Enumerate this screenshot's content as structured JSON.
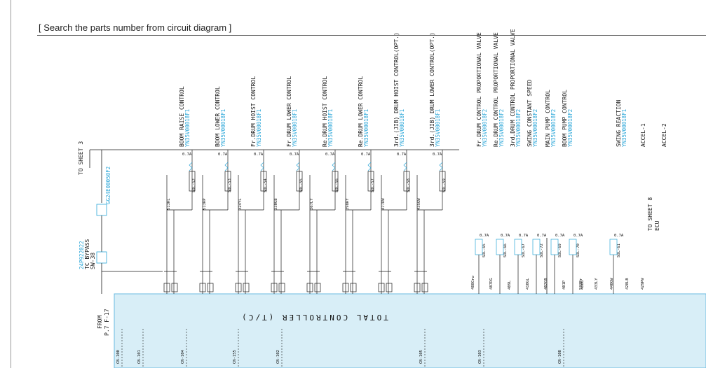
{
  "header": {
    "title": "[ Search the parts number from circuit diagram ]"
  },
  "to_sheet_3": "TO SHEET 3",
  "to_sheet_8": "TO SHEET 8",
  "ecu_label": "ECU",
  "from_label": "FROM",
  "from_ref": "P.7 F-17",
  "controller_label": "TOTAL CONTROLLER (T/C)",
  "connector_labels": [
    "CN-100",
    "CN-101",
    "CN-104",
    "CN-155",
    "CN-102",
    "CN-105",
    "CN-103",
    "CN-108"
  ],
  "left_part_codes": [
    "GG24E00050F2",
    "24P922022"
  ],
  "tc_bypass": "TC BYPASS",
  "tc_bypass_sw": "SW-38",
  "controls": [
    {
      "title": "BOOM RAISE CONTROL",
      "code": "YN35V00018F1",
      "sol": "SOL-52",
      "wire": "513RL"
    },
    {
      "title": "BOOM LOWER CONTROL",
      "code": "YN35V00018F1",
      "sol": "SOL-53",
      "wire": "513RP"
    },
    {
      "title": "Fr.DRUM HOIST CONTROL",
      "code": "YN35V00018F1",
      "sol": "SOL-54",
      "wire": "324YL"
    },
    {
      "title": "Fr.DRUM LOWER CONTROL",
      "code": "YN35V00018F1",
      "sol": "SOL-55",
      "wire": "330GB"
    },
    {
      "title": "Re.DRUM HOIST CONTROL",
      "code": "YN35V00018F1",
      "sol": "SOL-56",
      "wire": "367LY"
    },
    {
      "title": "Re.DRUM LOWER CONTROL",
      "code": "YN35V00018F1",
      "sol": "SOL-57",
      "wire": "398RY"
    },
    {
      "title": "3rd.(JIB) DRUM HOIST CONTROL(OPT.)",
      "code": "YN35V00018F1",
      "sol": "SOL-58",
      "wire": "477RW"
    },
    {
      "title": "3rd.(JIB) DRUM LOWER CONTROL(OPT.)",
      "code": "YN35V00018F1",
      "sol": "SOL-59",
      "wire": "435GW"
    }
  ],
  "right_group": [
    {
      "title": "Fr.DRUM CONTROL PROPORTIONAL VALVE",
      "code": "YN35V00018F2"
    },
    {
      "title": "Re.DRUM CONTROL PROPORTIONAL VALVE",
      "code": "YN35V00018F2"
    },
    {
      "title": "3rd.DRUM CONTROL PROPORTIONAL VALVE",
      "code": "YN35V00018F2"
    },
    {
      "title": "SWING CONSTANT SPEED",
      "code": "YN35V00018F2"
    },
    {
      "title": "MAIN PUMP CONTROL",
      "code": "YN35V00018F2"
    },
    {
      "title": "BOOM PUMP CONTROL",
      "code": "YN35V00018F2"
    },
    {
      "title": "SWING REACTION",
      "code": "YN35V00018F1"
    },
    {
      "title": "ACCEL-1",
      "code": ""
    },
    {
      "title": "ACCEL-2",
      "code": ""
    }
  ],
  "right_sols": [
    "SOL-65",
    "SOL-66",
    "SOL-67",
    "SOL-72",
    "SOL-69",
    "SOL-70",
    "SOL-61"
  ],
  "right_wires": [
    "488Grw",
    "487RG",
    "409L",
    "410GL",
    "402GB",
    "401P",
    "400G",
    "533Br",
    "433LY",
    "440GW",
    "428LB",
    "429PW"
  ],
  "fuse_label": "0.7A",
  "colors": {
    "controller_fill": "#d8eef7",
    "controller_border": "#6bbbe0",
    "accent": "#2aa6d8",
    "ink": "#1a1a1a"
  }
}
